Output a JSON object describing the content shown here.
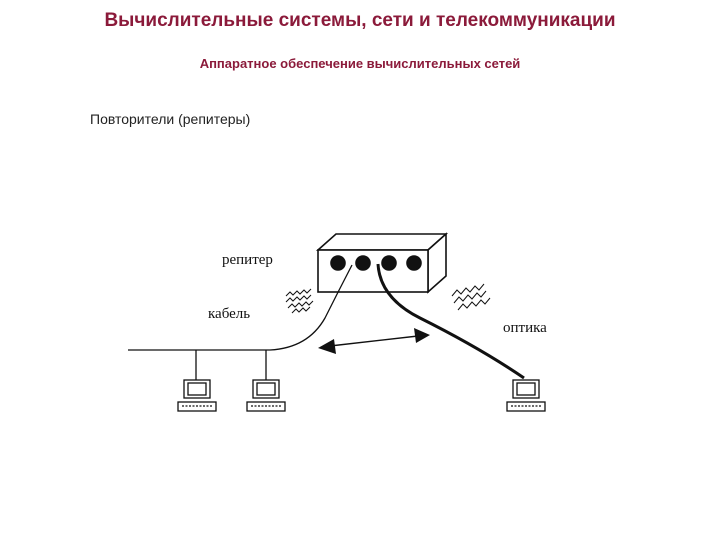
{
  "slide": {
    "title": "Вычислительные системы, сети и телекоммуникации",
    "subtitle": "Аппаратное обеспечение вычислительных сетей",
    "heading": "Повторители (репитеры)"
  },
  "diagram": {
    "labels": {
      "repeater": "репитер",
      "cable": "кабель",
      "fiber": "оптика"
    },
    "repeater_ports": 4,
    "computers_on_cable": 2,
    "computers_on_fiber": 1
  },
  "colors": {
    "title": "#8b1a3a",
    "subtitle": "#8b1a3a",
    "line": "#111111"
  }
}
